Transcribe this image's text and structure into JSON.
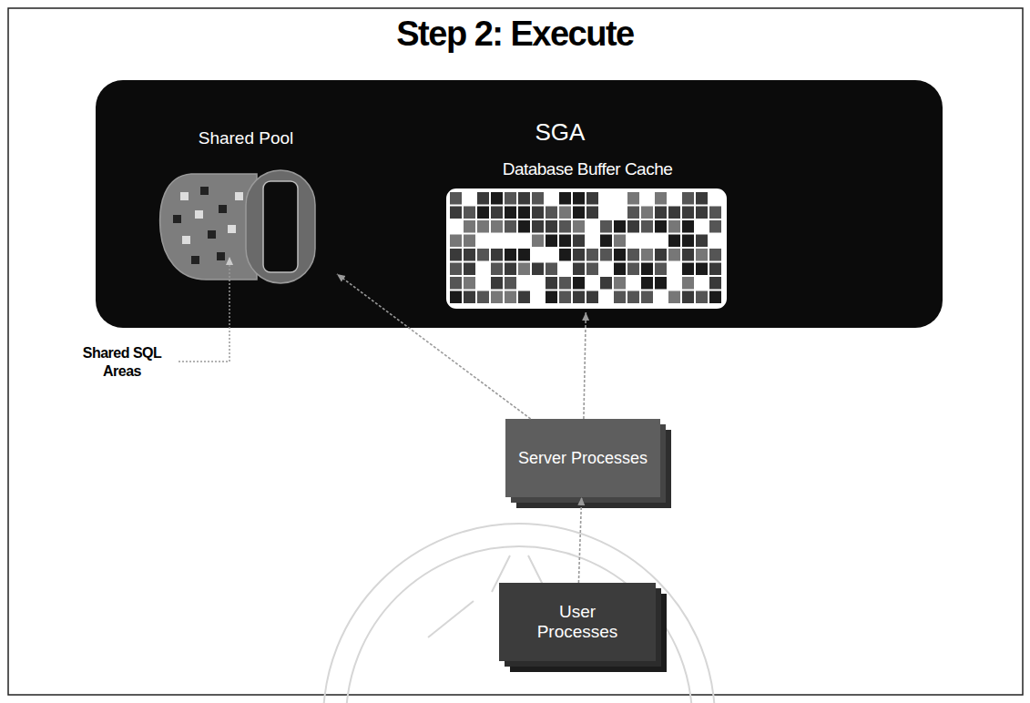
{
  "diagram": {
    "title": "Step 2: Execute",
    "nodes": [
      {
        "text": [
          "SGA"
        ]
      },
      {
        "text": [
          "Shared Pool"
        ],
        "in": 0
      },
      {
        "text": [
          "Database Buffer Cache"
        ],
        "in": 0
      },
      {
        "text": [
          "Server Processes"
        ]
      },
      {
        "text": [
          "User Processes"
        ]
      }
    ],
    "edges": [
      {
        "from": 4,
        "to": 3,
        "arrow": "to"
      },
      {
        "from": 3,
        "to": 2,
        "arrow": "to"
      },
      {
        "from": 3,
        "to": 1,
        "arrow": "to"
      }
    ],
    "labels": [
      "Shared SQL Areas"
    ]
  }
}
